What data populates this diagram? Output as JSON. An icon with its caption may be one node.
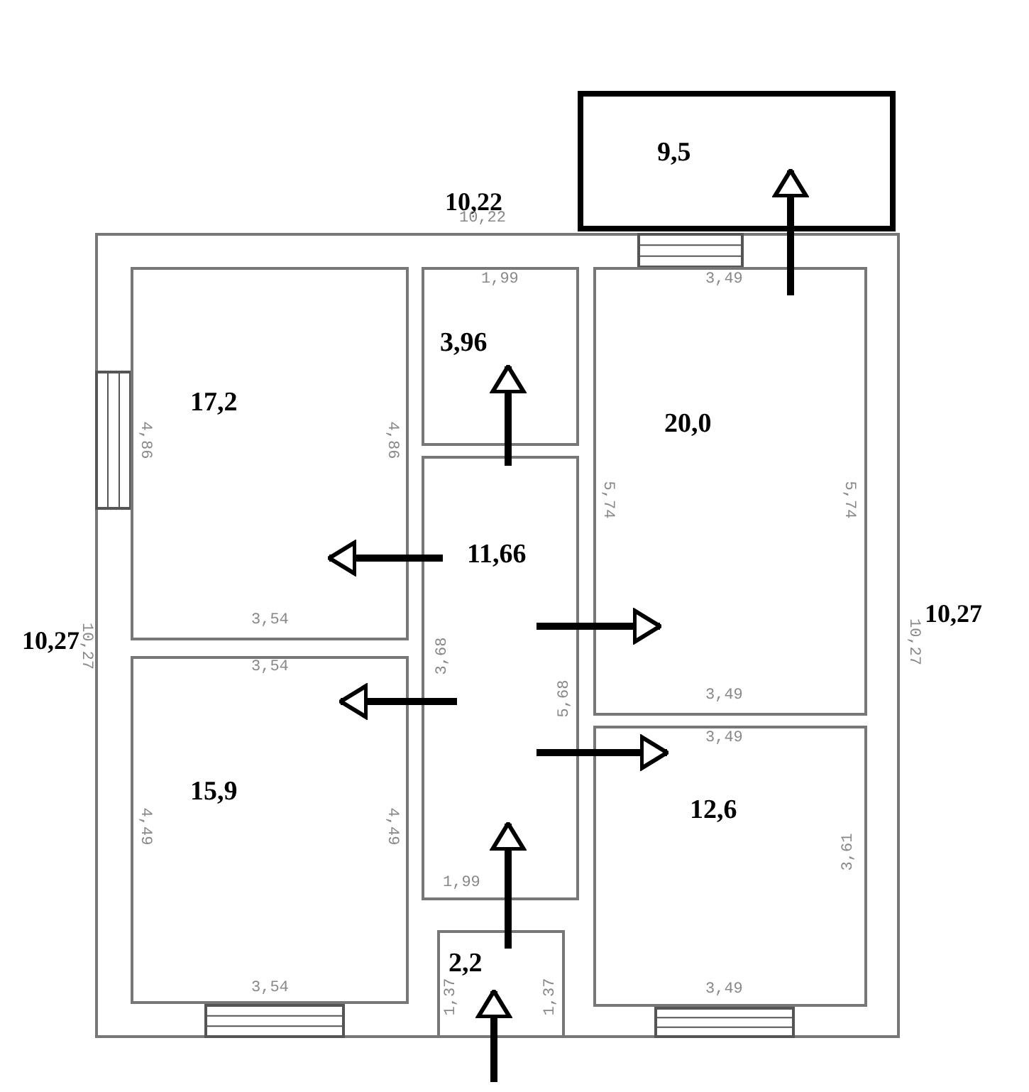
{
  "diagram": {
    "nodes": [
      {
        "text": [
          "9,5"
        ]
      },
      {
        "text": [
          "17,2"
        ]
      },
      {
        "text": [
          "3,96"
        ]
      },
      {
        "text": [
          "20,0"
        ]
      },
      {
        "text": [
          "11,66"
        ]
      },
      {
        "text": [
          "15,9"
        ]
      },
      {
        "text": [
          "12,6"
        ]
      },
      {
        "text": [
          "2,2"
        ]
      }
    ],
    "edges": [
      {
        "from": 4,
        "to": 1,
        "arrow": "to"
      },
      {
        "from": 4,
        "to": 5,
        "arrow": "to"
      },
      {
        "from": 4,
        "to": 3,
        "arrow": "to"
      },
      {
        "from": 4,
        "to": 6,
        "arrow": "to"
      },
      {
        "from": 4,
        "to": 2,
        "arrow": "to"
      },
      {
        "from": 7,
        "to": 4,
        "arrow": "to"
      },
      {
        "from": null,
        "to": 7,
        "arrow": "to"
      },
      {
        "from": 3,
        "to": 0,
        "arrow": "to"
      }
    ],
    "labels": [
      "10,22",
      "10,22",
      "1,99",
      "3,49",
      "4,86",
      "4,86",
      "5,74",
      "5,74",
      "10,27",
      "10,27",
      "10,27",
      "10,27",
      "3,54",
      "3,54",
      "3,49",
      "3,68",
      "5,68",
      "3,49",
      "4,49",
      "4,49",
      "3,61",
      "1,99",
      "1,37",
      "1,37",
      "3,54",
      "3,49"
    ]
  }
}
